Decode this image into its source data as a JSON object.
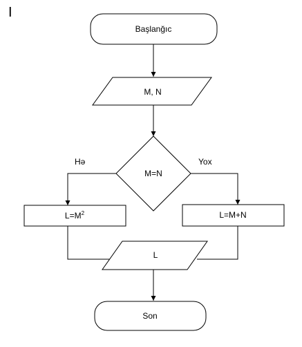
{
  "corner_mark": "I",
  "nodes": {
    "start": "Başlanğıc",
    "input": "M, N",
    "decision": "M=N",
    "yes_process_base": "L=M",
    "yes_process_sup": "2",
    "no_process": "L=M+N",
    "output": "L",
    "end": "Son"
  },
  "branches": {
    "yes": "Hə",
    "no": "Yox"
  }
}
